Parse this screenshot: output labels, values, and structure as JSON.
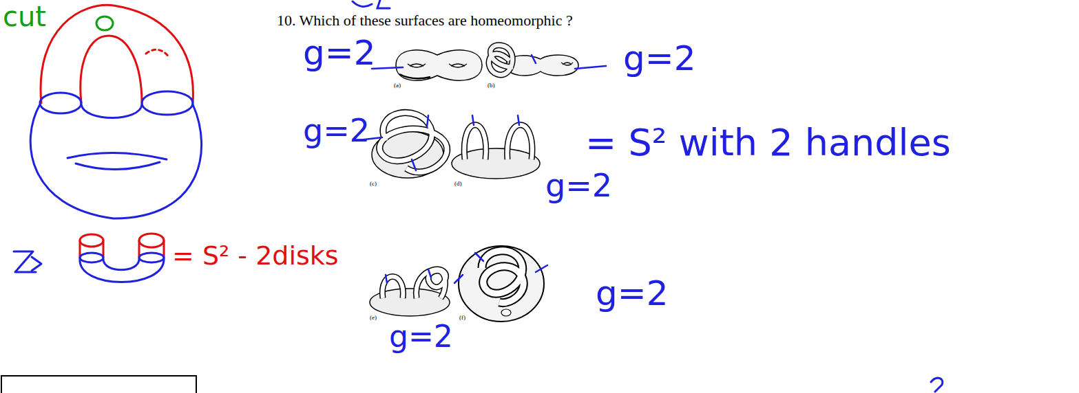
{
  "diagram": {
    "title": "10. Which of these surfaces are homeomorphic ?",
    "labels": [
      "cut",
      "g=2",
      "(a)",
      "(b)",
      "g=2",
      "g=2",
      "(c)",
      "(d)",
      "= S² with 2 handles",
      "g=2",
      "= S² - 2disks",
      "(e)",
      "(f)",
      "g=2",
      "g=2"
    ]
  }
}
